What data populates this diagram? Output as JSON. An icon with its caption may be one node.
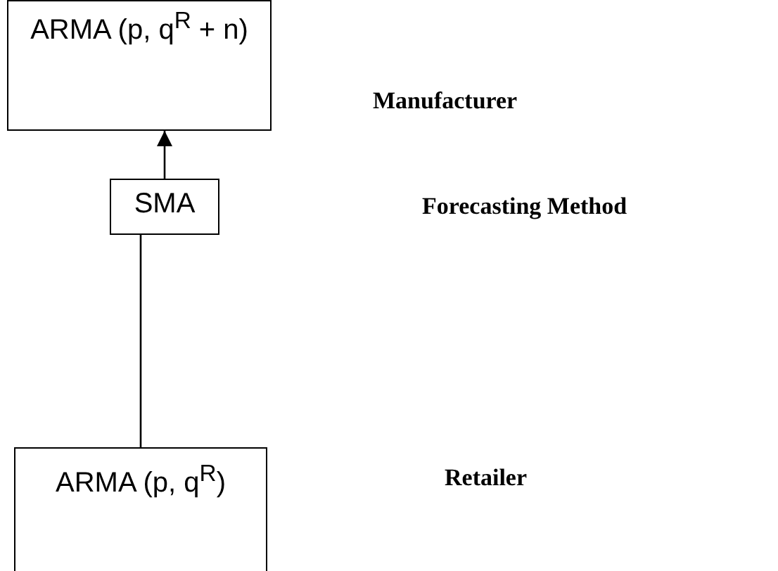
{
  "diagram": {
    "nodes": [
      {
        "text": [
          "ARMA (p, q$^{R}$ + n)"
        ]
      },
      {
        "text": [
          "SMA"
        ]
      },
      {
        "text": [
          "ARMA (p, q$^{R}$)"
        ]
      }
    ],
    "edges": [
      {
        "from": 2,
        "to": 1,
        "arrow": "none"
      },
      {
        "from": 1,
        "to": 0,
        "arrow": "to"
      }
    ],
    "labels": [
      "Manufacturer",
      "Forecasting Method",
      "Retailer"
    ]
  }
}
